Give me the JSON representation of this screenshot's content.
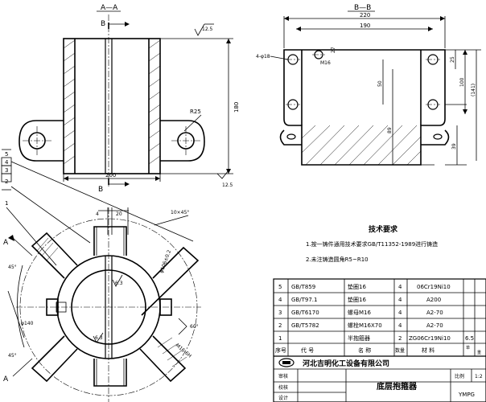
{
  "section_aa": {
    "label": "A—A",
    "cut_b_top": "B",
    "cut_b_bottom": "B",
    "roughness": "12.5",
    "roughness_bottom": "12.5",
    "dim_radius": "R25",
    "dim_height": "180",
    "dim_width": "200"
  },
  "section_bb": {
    "label": "B—B",
    "dim_220": "220",
    "dim_190": "190",
    "dim_holes": "4-φ18",
    "dim_thread": "M16",
    "dim_27": "27",
    "dim_25": "25",
    "dim_50": "50",
    "dim_100": "100",
    "dim_141": "(141)",
    "dim_89": "89",
    "dim_39": "39"
  },
  "plan_view": {
    "dim_4": "4",
    "dim_20": "20",
    "dim_chamfer": "10×45°",
    "dim_phi140": "φ140",
    "dim_phi106": "φ106±0.2",
    "dim_60": "60°",
    "dim_m16": "M16-6H",
    "dim_63a": "6.3",
    "dim_63b": "6.3",
    "angle_45_top": "45°",
    "angle_45_bottom": "45°",
    "arrow_a_top": "A",
    "arrow_a_bottom": "A",
    "balloons": [
      "5",
      "4",
      "3",
      "2",
      "1"
    ]
  },
  "tech_requirements": {
    "title": "技术要求",
    "items": [
      "1.按一铸件通用技术要求GB/T11352-1989进行铸造",
      "2.未注铸造圆角R5~R10"
    ]
  },
  "bom": {
    "rows": [
      {
        "no": "5",
        "code": "GB/T859",
        "name": "垫圈16",
        "qty": "4",
        "material": "06Cr19Ni10",
        "weight": ""
      },
      {
        "no": "4",
        "code": "GB/T97.1",
        "name": "垫圈16",
        "qty": "4",
        "material": "A200",
        "weight": ""
      },
      {
        "no": "3",
        "code": "GB/T6170",
        "name": "螺母M16",
        "qty": "4",
        "material": "A2-70",
        "weight": ""
      },
      {
        "no": "2",
        "code": "GB/T5782",
        "name": "螺栓M16X70",
        "qty": "4",
        "material": "A2-70",
        "weight": ""
      },
      {
        "no": "1",
        "code": "",
        "name": "半抱箍器",
        "qty": "2",
        "material": "ZG06Cr19Ni10",
        "weight": "6.5"
      }
    ],
    "header": {
      "no": "序号",
      "code": "代    号",
      "name": "名    称",
      "qty": "数量",
      "material": "材    料",
      "weight1": "单",
      "weight2": "重"
    },
    "company": "河北吉明化工设备有限公司",
    "drawing_title": "底层抱箍器",
    "scale_label": "比例",
    "scale_value": "1:2",
    "drawing_code": "YMPG",
    "sign_rows": [
      "审核",
      "校核",
      "设计"
    ]
  }
}
